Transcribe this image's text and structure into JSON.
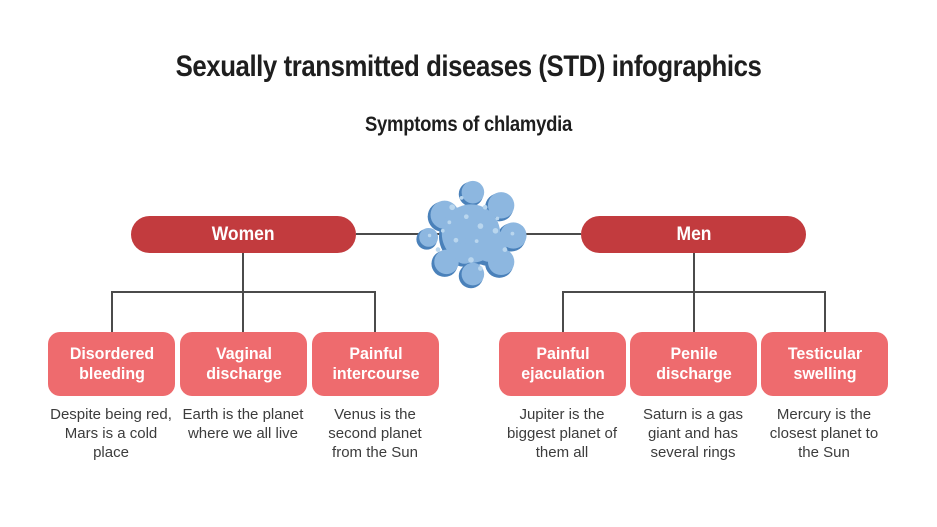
{
  "title": "Sexually transmitted diseases (STD) infographics",
  "subtitle": "Symptoms of chlamydia",
  "colors": {
    "pill_red": "#c23b3e",
    "box_salmon": "#ee6b6e",
    "connector_gray": "#4b4b4b",
    "text_dark": "#1e1e1e",
    "description_gray": "#3c3c3c",
    "bacteria_light_blue": "#8db7e0",
    "bacteria_dark_blue": "#4a81ba",
    "bacteria_dot_blue": "#b9d6ee"
  },
  "illustration": {
    "icon": "bacteria-icon"
  },
  "groups": [
    {
      "label": "Women",
      "items": [
        {
          "heading": "Disordered bleeding",
          "description": "Despite being red, Mars is a cold place"
        },
        {
          "heading": "Vaginal discharge",
          "description": "Earth is the planet where we all live"
        },
        {
          "heading": "Painful intercourse",
          "description": "Venus is the second planet from the Sun"
        }
      ]
    },
    {
      "label": "Men",
      "items": [
        {
          "heading": "Painful ejaculation",
          "description": "Jupiter is the biggest planet of them all"
        },
        {
          "heading": "Penile discharge",
          "description": "Saturn is a gas giant and has several rings"
        },
        {
          "heading": "Testicular swelling",
          "description": "Mercury is the closest planet to the Sun"
        }
      ]
    }
  ]
}
